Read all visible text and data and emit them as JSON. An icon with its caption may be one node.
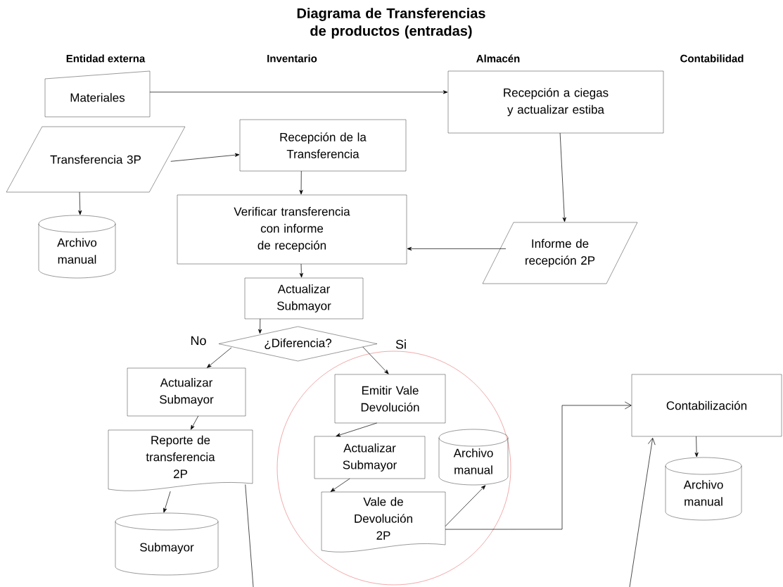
{
  "diagram": {
    "title": "Diagrama de Transferencias de productos (entradas)",
    "nodes": [
      {
        "text": [
          "Materiales"
        ]
      },
      {
        "text": [
          "Transferencia 3P"
        ]
      },
      {
        "text": [
          "Recepción de la Transferencia"
        ]
      },
      {
        "text": [
          "Recepción a ciegas y actualizar estiba"
        ]
      },
      {
        "text": [
          "Archivo manual"
        ]
      },
      {
        "text": [
          "Verificar transferencia con informe de recepción"
        ]
      },
      {
        "text": [
          "Informe de recepción 2P"
        ]
      },
      {
        "text": [
          "Actualizar Submayor"
        ]
      },
      {
        "text": [
          "¿Diferencia?"
        ]
      },
      {
        "text": [
          "Actualizar Submayor"
        ]
      },
      {
        "text": [
          "Reporte de transferencia 2P"
        ]
      },
      {
        "text": [
          "Submayor"
        ]
      },
      {
        "text": [
          "Emitir Vale Devolución"
        ]
      },
      {
        "text": [
          "Actualizar Submayor"
        ]
      },
      {
        "text": [
          "Archivo manual"
        ]
      },
      {
        "text": [
          "Vale de Devolución 2P"
        ]
      },
      {
        "text": [
          "Contabilización"
        ]
      },
      {
        "text": [
          "Archivo manual"
        ]
      }
    ],
    "edges": [
      {
        "from": 0,
        "to": 3,
        "arrow": "to"
      },
      {
        "from": 1,
        "to": 2,
        "arrow": "to"
      },
      {
        "from": 1,
        "to": 4,
        "arrow": "to"
      },
      {
        "from": 2,
        "to": 5,
        "arrow": "to"
      },
      {
        "from": 3,
        "to": 6,
        "arrow": "to"
      },
      {
        "from": 6,
        "to": 5,
        "arrow": "to"
      },
      {
        "from": 5,
        "to": 7,
        "arrow": "to"
      },
      {
        "from": 7,
        "to": 8,
        "arrow": "to"
      },
      {
        "from": 8,
        "to": 9,
        "arrow": "to",
        "label": "No"
      },
      {
        "from": 8,
        "to": 12,
        "arrow": "to",
        "label": "Si"
      },
      {
        "from": 9,
        "to": 10,
        "arrow": "to"
      },
      {
        "from": 10,
        "to": 11,
        "arrow": "to"
      },
      {
        "from": 12,
        "to": 13,
        "arrow": "to"
      },
      {
        "from": 13,
        "to": 15,
        "arrow": "to"
      },
      {
        "from": 15,
        "to": 14,
        "arrow": "to"
      },
      {
        "from": 15,
        "to": 16,
        "arrow": "to"
      },
      {
        "from": 16,
        "to": 17,
        "arrow": "to"
      },
      {
        "from": 10,
        "to": null,
        "arrow": "none"
      },
      {
        "from": null,
        "to": 16,
        "arrow": "to"
      }
    ],
    "labels": [
      "Entidad externa",
      "Inventario",
      "Almacén",
      "Contabilidad"
    ]
  }
}
